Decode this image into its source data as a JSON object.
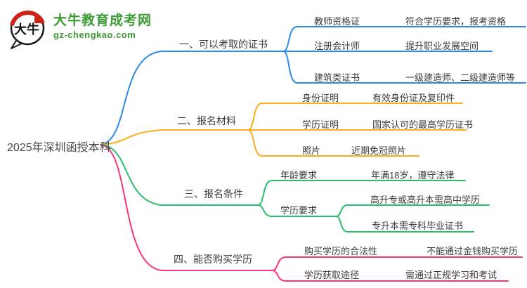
{
  "logo": {
    "icon_text": "大牛",
    "site_name": "大牛教育成考网",
    "site_domain": "gz-chengkao.com",
    "brand_green": "#3e9b35",
    "brand_red": "#cf2318"
  },
  "root": {
    "label": "2025年深圳函授本科"
  },
  "branches": [
    {
      "label": "一、可以考取的证书",
      "color": "#2E8BE8",
      "children": [
        {
          "label": "教师资格证",
          "leaves": [
            "符合学历要求，报考资格"
          ]
        },
        {
          "label": "注册会计师",
          "leaves": [
            "提升职业发展空间"
          ]
        },
        {
          "label": "建筑类证书",
          "leaves": [
            "一级建造师、二级建造师等"
          ]
        }
      ]
    },
    {
      "label": "二、报名材料",
      "color": "#FCAD19",
      "children": [
        {
          "label": "身份证明",
          "leaves": [
            "有效身份证及复印件"
          ]
        },
        {
          "label": "学历证明",
          "leaves": [
            "国家认可的最高学历证书"
          ]
        },
        {
          "label": "照片",
          "leaves": [
            "近期免冠照片"
          ]
        }
      ]
    },
    {
      "label": "三、报名条件",
      "color": "#27BF6B",
      "children": [
        {
          "label": "年龄要求",
          "leaves": [
            "年满18岁，遵守法律"
          ]
        },
        {
          "label": "学历要求",
          "leaves": [
            "高升专或高升本需高中学历",
            "专升本需专科毕业证书"
          ]
        }
      ]
    },
    {
      "label": "四、能否购买学历",
      "color": "#F5377E",
      "children": [
        {
          "label": "购买学历的合法性",
          "leaves": [
            "不能通过金钱购买学历"
          ]
        },
        {
          "label": "学历获取途径",
          "leaves": [
            "需通过正规学习和考试"
          ]
        }
      ]
    }
  ]
}
